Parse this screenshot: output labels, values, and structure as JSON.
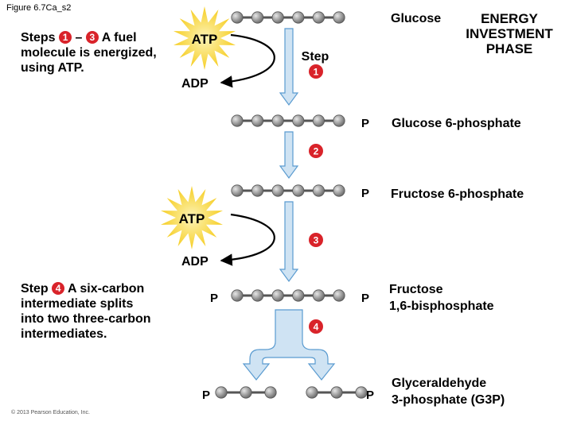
{
  "figure_label": "Figure 6.7Ca_s2",
  "phase_label": [
    "ENERGY",
    "INVESTMENT",
    "PHASE"
  ],
  "intro": {
    "line1_prefix": "Steps",
    "step_from": "1",
    "dash": "–",
    "step_to": "3",
    "line1_suffix": "A fuel",
    "line2": "molecule is energized,",
    "line3": "using ATP."
  },
  "split_note": {
    "prefix": "Step",
    "step": "4",
    "line1_suffix": "A six-carbon",
    "line2": "intermediate splits",
    "line3": "into two three-carbon",
    "line4": "intermediates."
  },
  "molecules": {
    "glucose": "Glucose",
    "g6p": "Glucose 6-phosphate",
    "f6p": "Fructose 6-phosphate",
    "f16bp_line1": "Fructose",
    "f16bp_line2": "1,6-bisphosphate",
    "g3p_line1": "Glyceraldehyde",
    "g3p_line2": "3-phosphate (G3P)"
  },
  "step_word": "Step",
  "steps": [
    "1",
    "2",
    "3",
    "4"
  ],
  "atp": "ATP",
  "adp": "ADP",
  "phosphate": "P",
  "copyright": "© 2013 Pearson Education, Inc.",
  "colors": {
    "badge": "#d9232a",
    "starburst": "#f6ce24",
    "starburst_glow": "#fdf4b8",
    "arrow_fill": "#cfe3f3",
    "arrow_stroke": "#5a9bd0",
    "bead": "#8f8f8f"
  }
}
